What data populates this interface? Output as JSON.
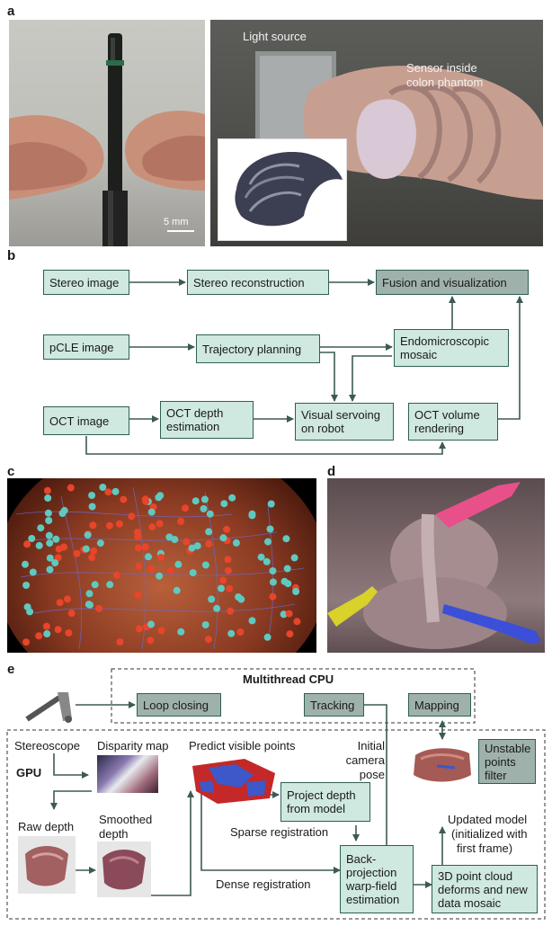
{
  "panel_labels": {
    "a": "a",
    "b": "b",
    "c": "c",
    "d": "d",
    "e": "e"
  },
  "panel_a": {
    "scale_bar": "5 mm",
    "light_source": "Light source",
    "sensor_line1": "Sensor inside",
    "sensor_line2": "colon phantom"
  },
  "panel_b": {
    "stereo_image": "Stereo image",
    "stereo_reconstruction": "Stereo reconstruction",
    "fusion_visualization": "Fusion and visualization",
    "pcle_image": "pCLE image",
    "trajectory_planning": "Trajectory planning",
    "endomicroscopic_line1": "Endomicroscopic",
    "endomicroscopic_line2": "mosaic",
    "oct_image": "OCT image",
    "oct_depth_line1": "OCT depth",
    "oct_depth_line2": "estimation",
    "visual_servoing_line1": "Visual servoing",
    "visual_servoing_line2": "on robot",
    "oct_volume_line1": "OCT volume",
    "oct_volume_line2": "rendering"
  },
  "panel_e": {
    "multithread_cpu": "Multithread CPU",
    "loop_closing": "Loop closing",
    "tracking": "Tracking",
    "mapping": "Mapping",
    "stereoscope": "Stereoscope",
    "gpu": "GPU",
    "disparity_map": "Disparity map",
    "predict_visible_points": "Predict visible points",
    "initial_line1": "Initial",
    "initial_line2": "camera",
    "initial_line3": "pose",
    "unstable_line1": "Unstable",
    "unstable_line2": "points",
    "unstable_line3": "filter",
    "raw_depth": "Raw depth",
    "smoothed_line1": "Smoothed",
    "smoothed_line2": "depth",
    "project_line1": "Project depth",
    "project_line2": "from model",
    "sparse_registration": "Sparse registration",
    "updated_line1": "Updated model",
    "updated_line2": "(initialized with",
    "updated_line3": "first frame)",
    "backproj_line1": "Back-",
    "backproj_line2": "projection",
    "backproj_line3": "warp-field",
    "backproj_line4": "estimation",
    "dense_registration": "Dense registration",
    "cloud_line1": "3D point cloud",
    "cloud_line2": "deforms and new",
    "cloud_line3": "data mosaic"
  },
  "colors": {
    "box_fill": "#cfe8e0",
    "box_gray": "#9fb1ab",
    "box_border": "#2f5f55",
    "arrow": "#3d5a55",
    "cyan_point": "#5fc9c0",
    "orange_point": "#e8452a"
  }
}
